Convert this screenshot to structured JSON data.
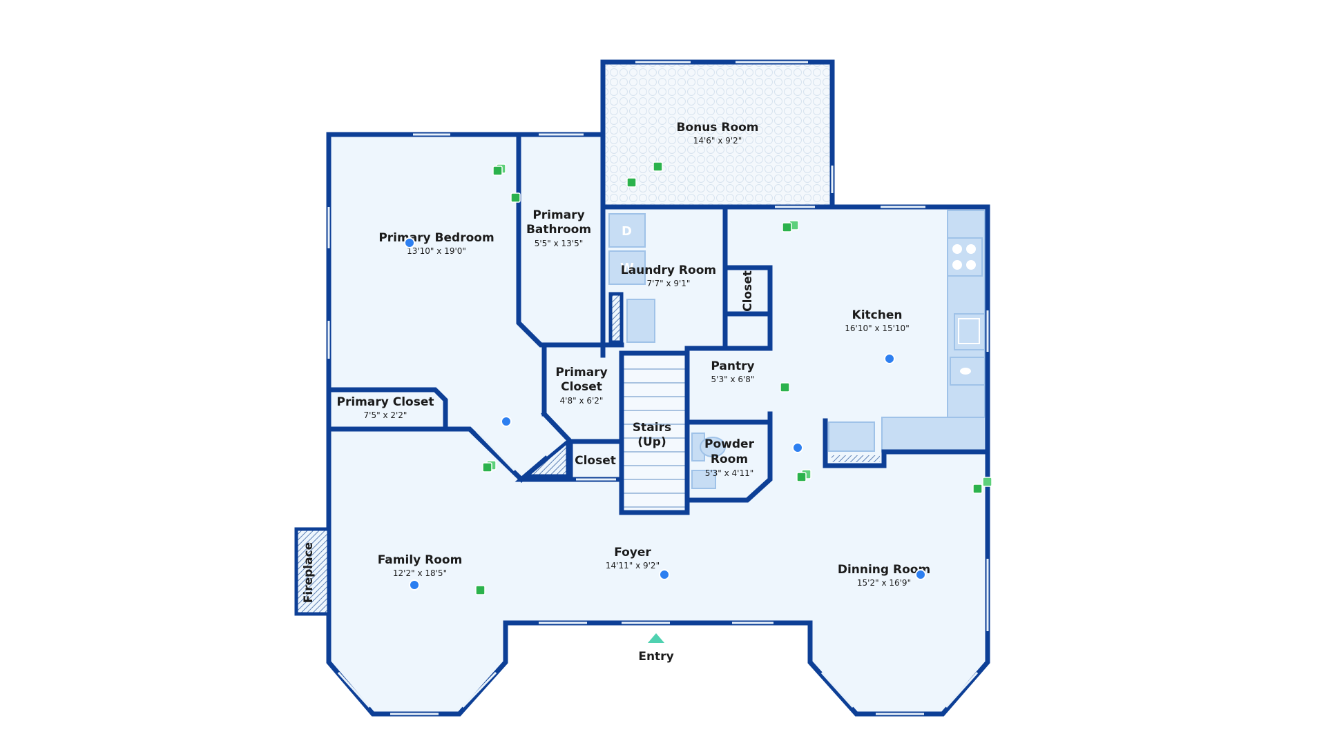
{
  "colors": {
    "wall": "#0d3f96",
    "floor": "#eef6fd",
    "fixture": "#c7ddf4",
    "camera_blue": "#2d7ff0",
    "camera_green": "#2bb24c",
    "entry_marker": "#4fd1b0"
  },
  "rooms": {
    "bonus": {
      "name": "Bonus Room",
      "dim": "14'6\" x 9'2\""
    },
    "primary_bedroom": {
      "name": "Primary Bedroom",
      "dim": "13'10\" x 19'0\""
    },
    "primary_bathroom": {
      "name_line1": "Primary",
      "name_line2": "Bathroom",
      "dim": "5'5\" x 13'5\""
    },
    "laundry": {
      "name": "Laundry Room",
      "dim": "7'7\" x 9'1\""
    },
    "closet_kitchen": {
      "name": "Closet"
    },
    "kitchen": {
      "name": "Kitchen",
      "dim": "16'10\" x 15'10\""
    },
    "primary_closet_small": {
      "name_line1": "Primary",
      "name_line2": "Closet",
      "dim": "4'8\" x 6'2\""
    },
    "pantry": {
      "name": "Pantry",
      "dim": "5'3\" x 6'8\""
    },
    "primary_closet": {
      "name": "Primary Closet",
      "dim": "7'5\" x 2'2\""
    },
    "stairs": {
      "name_line1": "Stairs",
      "name_line2": "(Up)"
    },
    "powder": {
      "name_line1": "Powder",
      "name_line2": "Room",
      "dim": "5'3\" x 4'11\""
    },
    "closet_hall": {
      "name": "Closet"
    },
    "family": {
      "name": "Family Room",
      "dim": "12'2\" x 18'5\""
    },
    "foyer": {
      "name": "Foyer",
      "dim": "14'11\" x 9'2\""
    },
    "dining": {
      "name": "Dinning Room",
      "dim": "15'2\" x 16'9\""
    },
    "fireplace": {
      "name": "Fireplace"
    }
  },
  "fixtures": {
    "dryer_letter": "D",
    "washer_letter": "W"
  },
  "entry": {
    "label": "Entry"
  }
}
